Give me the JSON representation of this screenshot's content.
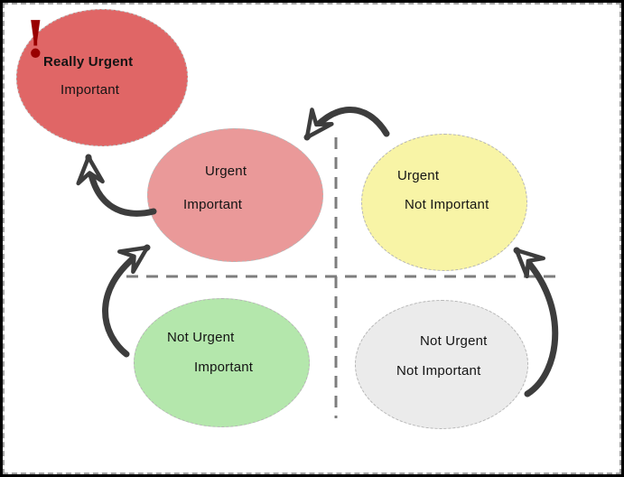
{
  "nodes": {
    "red": {
      "line1": "Really Urgent",
      "line2": "Important",
      "fill": "#e06666"
    },
    "pink": {
      "line1": "Urgent",
      "line2": "Important",
      "fill": "#ea9999"
    },
    "yellow": {
      "line1": "Urgent",
      "line2": "Not Important",
      "fill": "#f8f4a6"
    },
    "green": {
      "line1": "Not Urgent",
      "line2": "Important",
      "fill": "#b4e7ac"
    },
    "gray": {
      "line1": "Not Urgent",
      "line2": "Not Important",
      "fill": "#ebebeb"
    }
  },
  "exclamation": {
    "glyph": "!",
    "color": "#990000"
  },
  "arrows": [
    {
      "name": "arrow-green-to-pink",
      "from": "green",
      "to": "pink"
    },
    {
      "name": "arrow-pink-to-red",
      "from": "pink",
      "to": "red"
    },
    {
      "name": "arrow-yellow-to-pink",
      "from": "yellow",
      "to": "pink"
    },
    {
      "name": "arrow-gray-to-yellow",
      "from": "gray",
      "to": "yellow"
    }
  ],
  "colors": {
    "arrow": "#3d3d3d",
    "quadrant_dash": "#7d7d7d",
    "page_dash": "#a3a3a3",
    "ellipse_dash": "#b5b5b5",
    "frame": "#000000",
    "background": "#ffffff"
  }
}
